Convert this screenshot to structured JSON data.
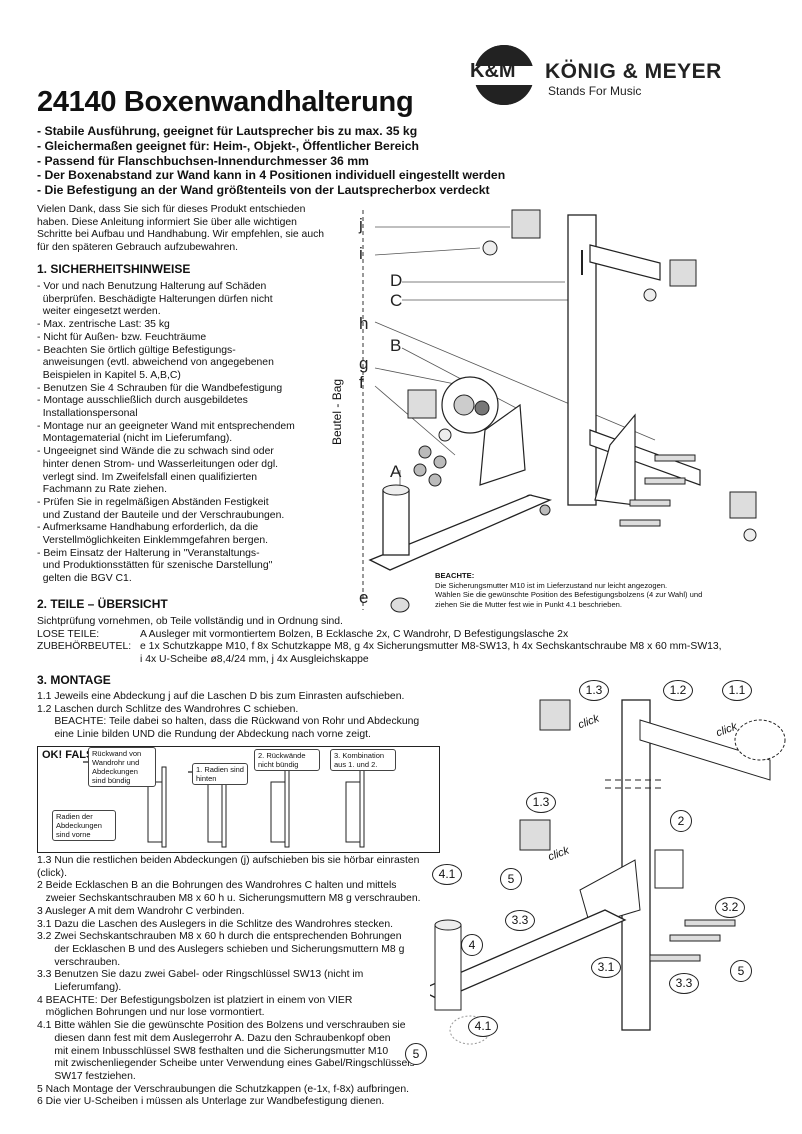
{
  "header": {
    "logo_short": "K&M",
    "brand": "KÖNIG & MEYER",
    "tagline": "Stands For Music",
    "title": "24140 Boxenwandhalterung"
  },
  "features": [
    "- Stabile Ausführung, geeignet für Lautsprecher bis zu max. 35 kg",
    "- Gleichermaßen geeignet für: Heim-, Objekt-, Öffentlicher Bereich",
    "- Passend für Flanschbuchsen-Innendurchmesser 36 mm",
    "- Der Boxenabstand zur Wand kann in 4 Positionen individuell eingestellt werden",
    "- Die Befestigung an der Wand größtenteils von der Lautsprecherbox verdeckt"
  ],
  "intro": [
    "Vielen Dank, dass Sie sich für dieses Produkt entschieden",
    "haben. Diese Anleitung informiert Sie über alle wichtigen",
    "Schritte bei Aufbau und Handhabung. Wir empfehlen, sie auch",
    "für den späteren Gebrauch aufzubewahren."
  ],
  "safety": {
    "title": "1. SICHERHEITSHINWEISE",
    "lines": [
      "- Vor und nach Benutzung Halterung auf Schäden",
      "  überprüfen. Beschädigte Halterungen dürfen nicht",
      "  weiter eingesetzt werden.",
      "- Max. zentrische Last: 35 kg",
      "- Nicht für Außen- bzw. Feuchträume",
      "- Beachten Sie örtlich gültige Befestigungs-",
      "  anweisungen (evtl. abweichend von angegebenen",
      "  Beispielen in Kapitel 5. A,B,C)",
      "- Benutzen Sie 4 Schrauben für die Wandbefestigung",
      "- Montage ausschließlich durch ausgebildetes",
      "  Installationspersonal",
      "- Montage nur an geeigneter Wand mit entsprechendem",
      "  Montagematerial (nicht im Lieferumfang).",
      "- Ungeeignet sind Wände die zu schwach sind oder",
      "  hinter denen Strom- und Wasserleitungen oder dgl.",
      "  verlegt sind. Im Zweifelsfall einen qualifizierten",
      "  Fachmann zu Rate ziehen.",
      "- Prüfen Sie in regelmäßigen Abständen Festigkeit",
      "  und Zustand der Bauteile und der Verschraubungen.",
      "- Aufmerksame Handhabung erforderlich, da die",
      "  Verstellmöglichkeiten Einklemmgefahren bergen.",
      "- Beim Einsatz der Halterung in \"Veranstaltungs-",
      "  und Produktionsstätten für szenische Darstellung\"",
      "  gelten die BGV C1."
    ]
  },
  "beachte": {
    "title": "BEACHTE:",
    "lines": [
      "Die Sicherungsmutter M10 ist im Lieferzustand nur  leicht angezogen.",
      "Wählen Sie die gewünschte Position des Befestigungsbolzens  (4 zur Wahl) und",
      "ziehen Sie die Mutter fest wie in Punkt 4.1 beschrieben."
    ]
  },
  "teile": {
    "title": "2. TEILE – ÜBERSICHT",
    "line1": "Sichtprüfung vornehmen, ob Teile vollständig und in Ordnung sind.",
    "lose_label": "LOSE TEILE:",
    "lose_text": "A Ausleger mit vormontiertem Bolzen, B Ecklasche 2x, C Wandrohr, D Befestigungslasche 2x",
    "zub_label": "ZUBEHÖRBEUTEL:",
    "zub_text": "e 1x Schutzkappe M10, f 8x Schutzkappe M8, g 4x Sicherungsmutter M8-SW13, h 4x Sechskantschraube M8 x 60 mm-SW13,",
    "zub_text2": "i 4x U-Scheibe ø8,4/24 mm, j 4x Ausgleichskappe"
  },
  "montage": {
    "title": "3. MONTAGE",
    "steps_top": [
      "1.1 Jeweils eine Abdeckung j auf die Laschen D bis zum Einrasten aufschieben.",
      "1.2 Laschen durch Schlitze des Wandrohres C schieben.",
      "      BEACHTE: Teile dabei so halten, dass die Rückwand von Rohr und Abdeckung",
      "      eine Linie bilden UND die Rundung der Abdeckung nach vorne zeigt."
    ],
    "steps_bottom": [
      "1.3 Nun die restlichen beiden Abdeckungen (j) aufschieben bis sie hörbar einrasten",
      "(click).",
      "2 Beide Ecklaschen B an die Bohrungen des Wandrohres C halten und mittels",
      "   zweier Sechskantschrauben M8 x 60 h u. Sicherungsmuttern M8 g verschrauben.",
      "3 Ausleger A mit dem Wandrohr C verbinden.",
      "3.1 Dazu die Laschen des Auslegers in die Schlitze des Wandrohres stecken.",
      "3.2 Zwei Sechskantschrauben M8 x 60 h durch die entsprechenden Bohrungen",
      "      der Ecklaschen B und des Auslegers schieben und Sicherungsmuttern M8 g",
      "      verschrauben.",
      "3.3 Benutzen Sie dazu zwei Gabel- oder Ringschlüssel SW13 (nicht im",
      "      Lieferumfang).",
      "4 BEACHTE: Der Befestigungsbolzen ist platziert in einem von VIER",
      "   möglichen Bohrungen und nur lose vormontiert.",
      "4.1 Bitte wählen Sie die gewünschte Position des Bolzens und verschrauben sie",
      "      diesen dann fest mit dem Auslegerrohr A. Dazu den Schraubenkopf oben",
      "      mit einem Inbusschlüssel SW8 festhalten und die Sicherungsmutter M10",
      "      mit zwischenliegender Scheibe unter Verwendung eines Gabel/Ringschlüssels",
      "      SW17 festziehen.",
      "5 Nach Montage der Verschraubungen die Schutzkappen (e-1x, f-8x) aufbringen.",
      "6 Die vier U-Scheiben i müssen als Unterlage zur Wandbefestigung dienen."
    ]
  },
  "okbox": {
    "ok": "OK! FALSCH!",
    "n_rueckwand": "Rückwand von Wandrohr und Abdeckungen sind bündig",
    "n_radien": "Radien der Abdeckungen sind vorne",
    "n1": "1. Radien sind hinten",
    "n2": "2. Rückwände nicht bündig",
    "n3": "3. Kombination aus 1. und 2."
  },
  "diagram_labels": {
    "j": "j",
    "i": "i",
    "D": "D",
    "C": "C",
    "h": "h",
    "B": "B",
    "g": "g",
    "f": "f",
    "A": "A",
    "e": "e",
    "bag": "Beutel - Bag",
    "click": "click",
    "steps": [
      "1.3",
      "1.2",
      "1.1",
      "1.3",
      "2",
      "4.1",
      "5",
      "3.3",
      "3.2",
      "4",
      "3.1",
      "5",
      "3.3",
      "4.1",
      "5"
    ]
  }
}
